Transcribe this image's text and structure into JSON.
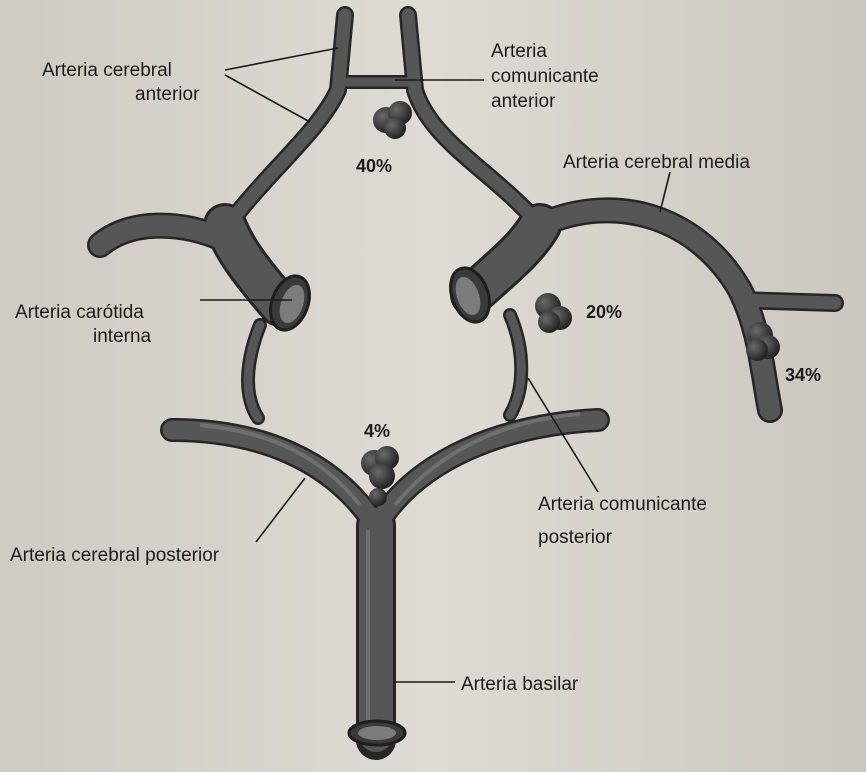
{
  "labels": {
    "cerebral_anterior": [
      "Arteria cerebral",
      "anterior"
    ],
    "comunicante_anterior": [
      "Arteria",
      "comunicante",
      "anterior"
    ],
    "cerebral_media": "Arteria cerebral media",
    "carotida_interna": [
      "Arteria carótida",
      "interna"
    ],
    "comunicante_posterior": [
      "Arteria comunicante",
      "posterior"
    ],
    "cerebral_posterior": "Arteria cerebral posterior",
    "basilar": "Arteria basilar"
  },
  "aneurysm_percentages": {
    "comunicante_anterior": "40%",
    "cerebral_media_bifurcation": "20%",
    "cerebral_media_distal": "34%",
    "basilar_tip": "4%"
  },
  "colors": {
    "vessel": "#4e4e4e",
    "vessel_edge": "#2a2a2a",
    "aneurysm": "#2c2c2c",
    "paper": "#d9d6cf"
  }
}
